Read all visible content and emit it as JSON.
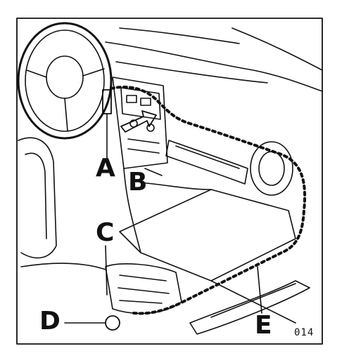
{
  "callouts": {
    "a": "A",
    "b": "B",
    "c": "C",
    "d": "D",
    "e": "E"
  },
  "figure_number": "014",
  "colors": {
    "ink": "#111111",
    "paper": "#ffffff"
  }
}
